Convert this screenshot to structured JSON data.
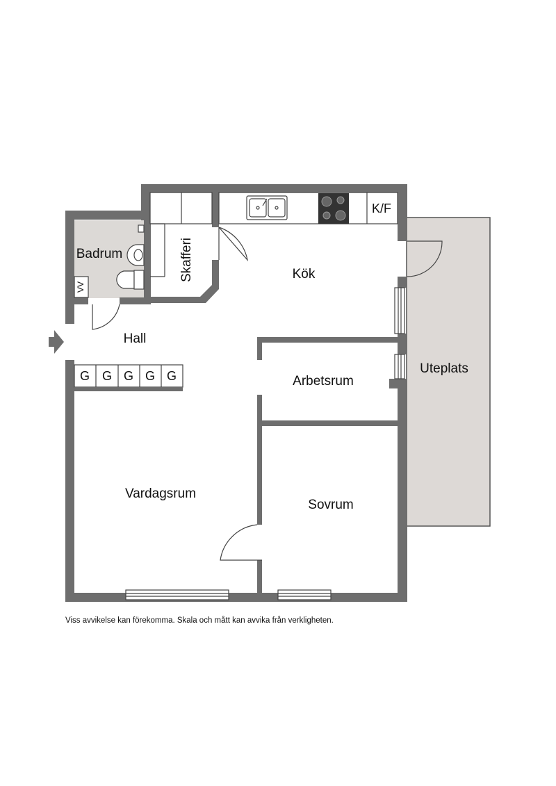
{
  "rooms": {
    "badrum": "Badrum",
    "skafferi": "Skafferi",
    "kok": "Kök",
    "hall": "Hall",
    "arbetsrum": "Arbetsrum",
    "uteplats": "Uteplats",
    "vardagsrum": "Vardagsrum",
    "sovrum": "Sovrum"
  },
  "fixtures": {
    "kf": "K/F",
    "vv": "VV",
    "wardrobes": [
      "G",
      "G",
      "G",
      "G",
      "G"
    ]
  },
  "disclaimer": "Viss avvikelse kan förekomma. Skala och mått kan avvika från verkligheten.",
  "colors": {
    "wall": "#6e6e6e",
    "terrace": "#ddd9d6",
    "bathroom": "#dcd9d6",
    "line": "#444444"
  }
}
